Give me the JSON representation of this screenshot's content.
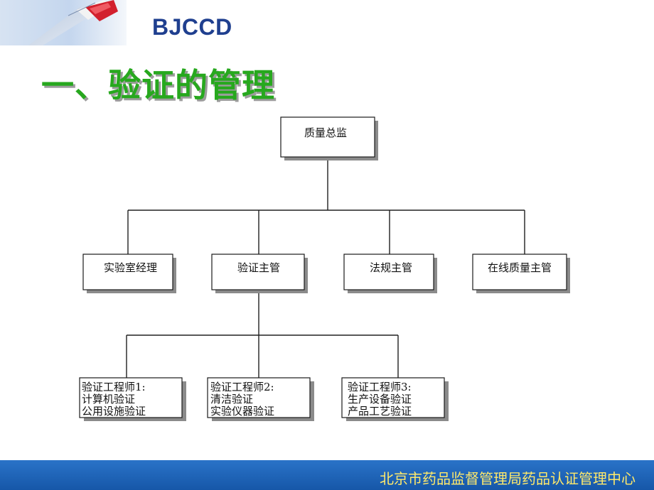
{
  "header": {
    "brand": "BJCCD",
    "title": "一、验证的管理"
  },
  "org_chart": {
    "root": {
      "lines": [
        "质量总监"
      ]
    },
    "managers": [
      {
        "lines": [
          "实验室经理"
        ]
      },
      {
        "lines": [
          "验证主管"
        ]
      },
      {
        "lines": [
          "法规主管"
        ]
      },
      {
        "lines": [
          "在线质量主管"
        ]
      }
    ],
    "engineers": [
      {
        "lines": [
          "验证工程师1:",
          "计算机验证",
          "公用设施验证"
        ]
      },
      {
        "lines": [
          "验证工程师2:",
          "清洁验证",
          "实验仪器验证"
        ]
      },
      {
        "lines": [
          "验证工程师3:",
          "生产设备验证",
          "产品工艺验证"
        ]
      }
    ]
  },
  "footer": {
    "text": "北京市药品监督管理局药品认证管理中心"
  },
  "colors": {
    "brand": "#1f3f8f",
    "title": "#27a81e",
    "footer_bg": "#1d63b8",
    "footer_text": "#ffe96b"
  },
  "icons": {
    "corner": "pen-tip-graphic"
  }
}
